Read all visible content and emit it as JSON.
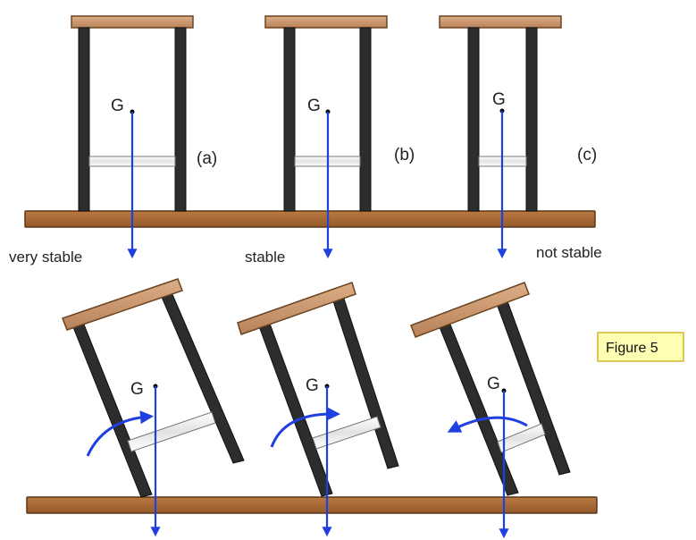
{
  "diagram": {
    "upright": {
      "stools": [
        {
          "center_label": "G",
          "case_label": "(a)",
          "stability_label": "very stable"
        },
        {
          "center_label": "G",
          "case_label": "(b)",
          "stability_label": "stable"
        },
        {
          "center_label": "G",
          "case_label": "(c)",
          "stability_label": "not stable"
        }
      ]
    },
    "tilted": {
      "stools": [
        {
          "center_label": "G"
        },
        {
          "center_label": "G"
        },
        {
          "center_label": "G"
        }
      ]
    },
    "figure_label": "Figure 5",
    "colors": {
      "seat": "#c8946a",
      "board": "#a56a35",
      "leg": "#2d2d2d",
      "rung": "#f4f4f4",
      "arrow": "#1f3fe0",
      "figure_label_bg": "#ffffb4",
      "figure_label_border": "#c8a000"
    }
  }
}
